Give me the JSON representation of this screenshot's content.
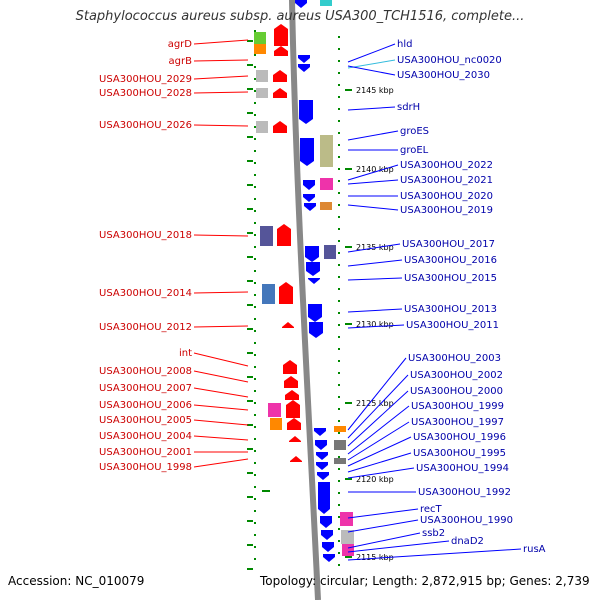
{
  "title": "Staphylococcus aureus subsp. aureus USA300_TCH1516, complete...",
  "footer": {
    "accession": "Accession: NC_010079",
    "stats": "Topology: circular; Length: 2,872,915 bp; Genes: 2,739"
  },
  "colors": {
    "left_strand": "#ff0000",
    "right_strand": "#0000ff",
    "left_label": "#cc0000",
    "right_label": "#0000aa",
    "highlight_label": "#33bbdd",
    "backbone": "#888888",
    "tick": "#008800"
  },
  "scale_ticks": [
    "2145 kbp",
    "2140 kbp",
    "2135 kbp",
    "2130 kbp",
    "2125 kbp",
    "2120 kbp",
    "2115 kbp"
  ],
  "left_genes": [
    "agrD",
    "agrB",
    "USA300HOU_2029",
    "USA300HOU_2028",
    "USA300HOU_2026",
    "USA300HOU_2018",
    "USA300HOU_2014",
    "USA300HOU_2012",
    "int",
    "USA300HOU_2008",
    "USA300HOU_2007",
    "USA300HOU_2006",
    "USA300HOU_2005",
    "USA300HOU_2004",
    "USA300HOU_2001",
    "USA300HOU_1998"
  ],
  "right_genes": [
    "hld",
    "USA300HOU_nc0020",
    "USA300HOU_2030",
    "sdrH",
    "groES",
    "groEL",
    "USA300HOU_2022",
    "USA300HOU_2021",
    "USA300HOU_2020",
    "USA300HOU_2019",
    "USA300HOU_2017",
    "USA300HOU_2016",
    "USA300HOU_2015",
    "USA300HOU_2013",
    "USA300HOU_2011",
    "USA300HOU_2003",
    "USA300HOU_2002",
    "USA300HOU_2000",
    "USA300HOU_1999",
    "USA300HOU_1997",
    "USA300HOU_1996",
    "USA300HOU_1995",
    "USA300HOU_1994",
    "USA300HOU_1992",
    "recT",
    "USA300HOU_1990",
    "ssb2",
    "dnaD2",
    "rusA"
  ]
}
